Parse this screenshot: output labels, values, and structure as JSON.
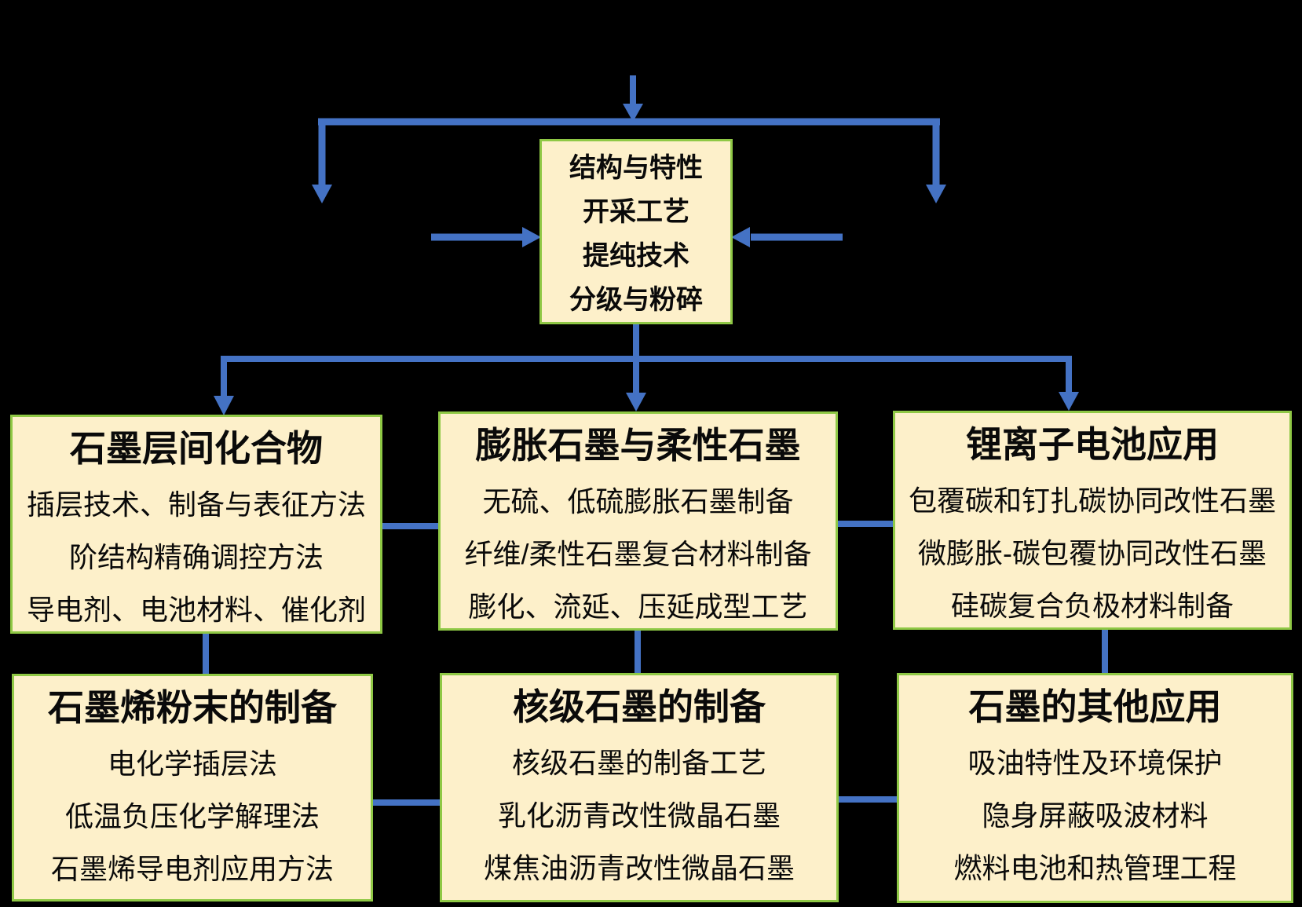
{
  "colors": {
    "bg": "#000000",
    "fill": "#FDF0CA",
    "border": "#8FC845",
    "arrow": "#4472C4",
    "text": "#0A0A0A"
  },
  "center_box": {
    "lines": [
      "结构与特性",
      "开采工艺",
      "提纯技术",
      "分级与粉碎"
    ]
  },
  "boxes": [
    {
      "title": "石墨层间化合物",
      "items": [
        "插层技术、制备与表征方法",
        "阶结构精确调控方法",
        "导电剂、电池材料、催化剂"
      ]
    },
    {
      "title": "膨胀石墨与柔性石墨",
      "items": [
        "无硫、低硫膨胀石墨制备",
        "纤维/柔性石墨复合材料制备",
        "膨化、流延、压延成型工艺"
      ]
    },
    {
      "title": "锂离子电池应用",
      "items": [
        "包覆碳和钉扎碳协同改性石墨",
        "微膨胀-碳包覆协同改性石墨",
        "硅碳复合负极材料制备"
      ]
    },
    {
      "title": "石墨烯粉末的制备",
      "items": [
        "电化学插层法",
        "低温负压化学解理法",
        "石墨烯导电剂应用方法"
      ]
    },
    {
      "title": "核级石墨的制备",
      "items": [
        "核级石墨的制备工艺",
        "乳化沥青改性微晶石墨",
        "煤焦油沥青改性微晶石墨"
      ]
    },
    {
      "title": "石墨的其他应用",
      "items": [
        "吸油特性及环境保护",
        "隐身屏蔽吸波材料",
        "燃料电池和热管理工程"
      ]
    }
  ]
}
